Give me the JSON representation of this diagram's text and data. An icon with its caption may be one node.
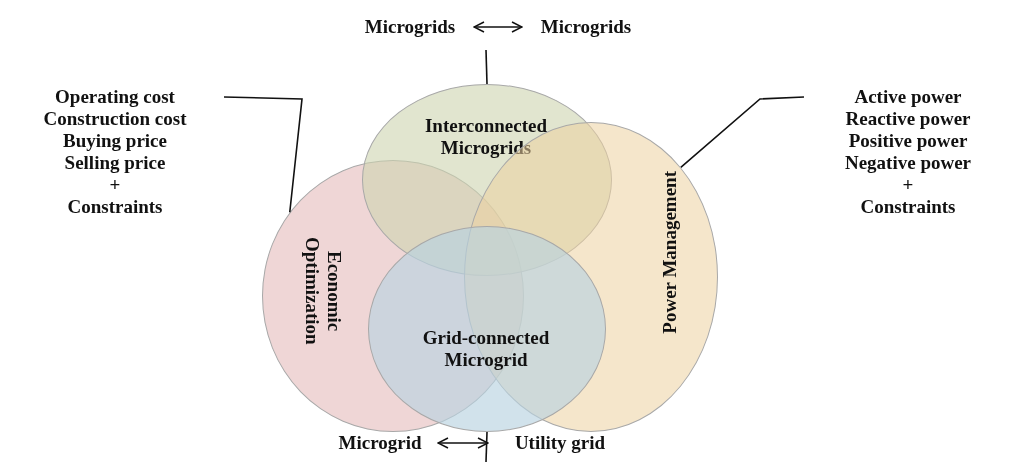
{
  "diagram": {
    "nodes": [
      {
        "text": [
          "Economic Optimization"
        ]
      },
      {
        "text": [
          "Interconnected Microgrids"
        ]
      },
      {
        "text": [
          "Power Management"
        ]
      },
      {
        "text": [
          "Grid-connected Microgrid"
        ]
      },
      {
        "text": [
          "Microgrids"
        ]
      },
      {
        "text": [
          "Microgrids"
        ]
      },
      {
        "text": [
          "Operating cost",
          "Construction cost",
          "Buying price",
          "Selling price",
          "+",
          "Constraints"
        ]
      },
      {
        "text": [
          "Active power",
          "Reactive power",
          "Positive power",
          "Negative power",
          "+",
          "Constraints"
        ]
      },
      {
        "text": [
          "Microgrid"
        ]
      },
      {
        "text": [
          "Utility grid"
        ]
      }
    ],
    "edges": [
      {
        "from": 4,
        "to": 5,
        "arrow": "both"
      },
      {
        "from": null,
        "to": 1,
        "arrow": "none"
      },
      {
        "from": 6,
        "to": 0,
        "arrow": "none"
      },
      {
        "from": 7,
        "to": 2,
        "arrow": "none"
      },
      {
        "from": 8,
        "to": 9,
        "arrow": "both"
      },
      {
        "from": null,
        "to": 3,
        "arrow": "none"
      }
    ]
  }
}
